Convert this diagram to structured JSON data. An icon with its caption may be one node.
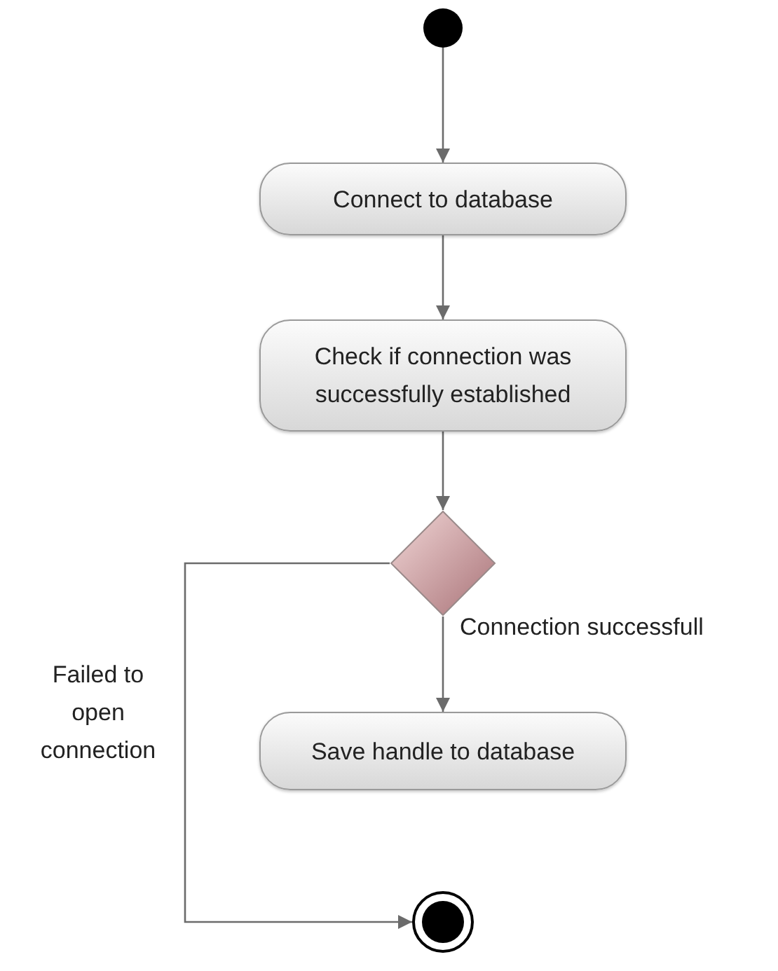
{
  "diagram": {
    "nodes": [
      {
        "text": [],
        "shape": "circle"
      },
      {
        "text": [
          "Connect to database"
        ]
      },
      {
        "text": [
          "Check if connection was successfully established"
        ]
      },
      {
        "text": [],
        "shape": "diamond"
      },
      {
        "text": [
          "Save handle to database"
        ]
      },
      {
        "text": [],
        "shape": "circle"
      }
    ],
    "edges": [
      {
        "from": 0,
        "to": 1,
        "arrow": "to"
      },
      {
        "from": 1,
        "to": 2,
        "arrow": "to"
      },
      {
        "from": 2,
        "to": 3,
        "arrow": "to"
      },
      {
        "from": 3,
        "to": 4,
        "arrow": "to",
        "label": "Connection successfull"
      },
      {
        "from": 3,
        "to": 5,
        "arrow": "to",
        "label": "Failed to open connection"
      }
    ]
  }
}
